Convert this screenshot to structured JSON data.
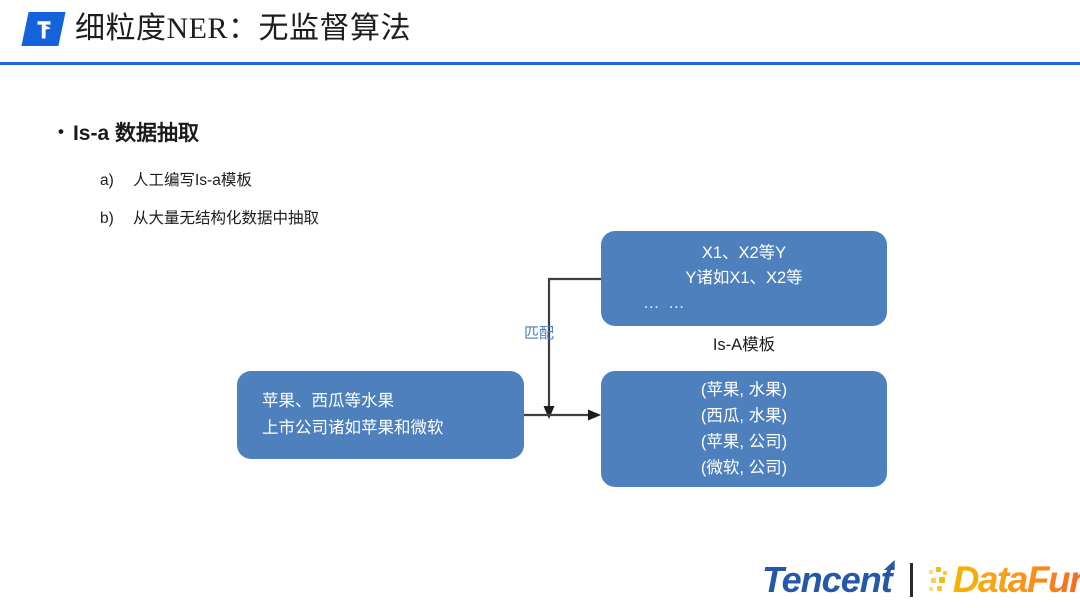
{
  "header": {
    "logo_icon": "tencent-flag-logo-icon",
    "title": "细粒度NER：无监督算法",
    "rule_color": "#1f64e0"
  },
  "content": {
    "bullet_marker": "•",
    "bullet_title": "Is-a 数据抽取",
    "sub_items": [
      {
        "marker": "a)",
        "label": "人工编写Is-a模板"
      },
      {
        "marker": "b)",
        "label": "从大量无结构化数据中抽取"
      }
    ]
  },
  "diagram": {
    "box_color": "#4e80bd",
    "connector_color": "#3f3f3f",
    "match_label": "匹配",
    "match_label_color": "#4a7ebb",
    "template_box": {
      "lines": [
        "X1、X2等Y",
        "Y诸如X1、X2等"
      ],
      "ellipsis": "… …",
      "caption": "Is-A模板"
    },
    "source_box": {
      "lines": [
        "苹果、西瓜等水果",
        "上市公司诸如苹果和微软"
      ]
    },
    "results_box": {
      "lines": [
        "(苹果, 水果)",
        "(西瓜, 水果)",
        "(苹果, 公司)",
        "(微软, 公司)"
      ]
    }
  },
  "footer": {
    "tencent_text": "Tencent",
    "datafun_text": "DataFun.",
    "tencent_color": "#2558a8",
    "datafun_color": "#f7931e"
  }
}
